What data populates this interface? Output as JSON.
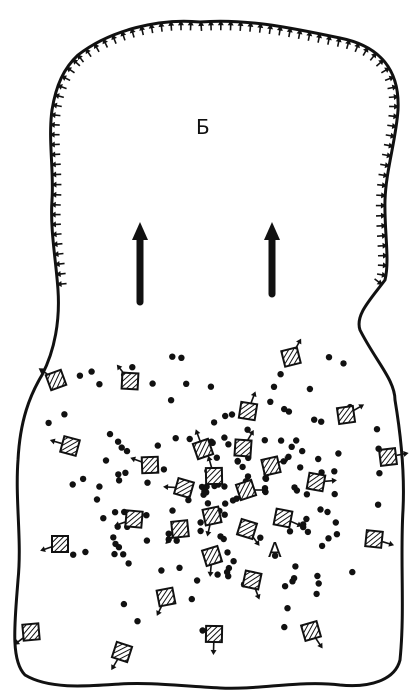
{
  "labels": {
    "region_b": "Б",
    "region_a": "А"
  },
  "colors": {
    "ink": "#111111",
    "paper": "#ffffff"
  },
  "elements": {
    "outline": "cell-outline",
    "up_arrows": 2,
    "dots": "point-particles",
    "hatched_squares": "hatched-particles-with-arrows",
    "edge_arrows": "outward-membrane-arrows"
  }
}
